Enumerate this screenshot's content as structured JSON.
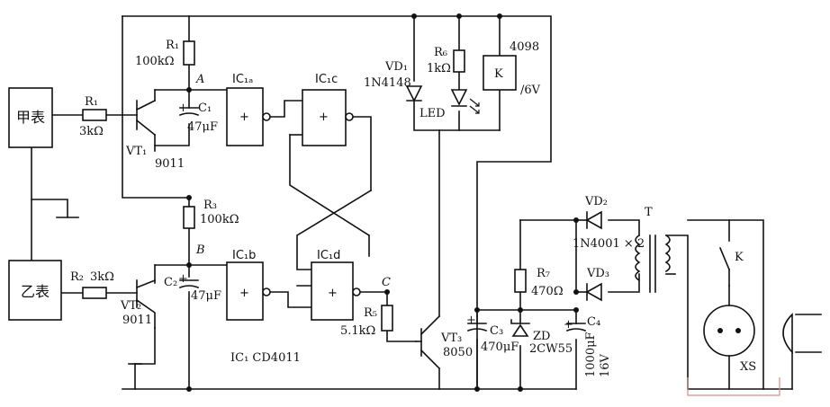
{
  "meters": {
    "jia": "甲表",
    "yi": "乙表"
  },
  "resistors": {
    "R1_top": {
      "name": "R₁",
      "value": "100kΩ"
    },
    "R1_in": {
      "name": "R₁",
      "value": "3kΩ"
    },
    "R2": {
      "name": "R₂",
      "value": "3kΩ"
    },
    "R3": {
      "name": "R₃",
      "value": "100kΩ"
    },
    "R5": {
      "name": "R₅",
      "value": "5.1kΩ"
    },
    "R6": {
      "name": "R₆",
      "value": "1kΩ"
    },
    "R7": {
      "name": "R₇",
      "value": "470Ω"
    }
  },
  "capacitors": {
    "C1": {
      "name": "C₁",
      "value": "47μF"
    },
    "C2": {
      "name": "C₂",
      "value": "47μF"
    },
    "C3": {
      "name": "C₃",
      "value": "470μF"
    },
    "C4": {
      "name": "C₄",
      "value": "1000μF",
      "voltage": "16V"
    }
  },
  "transistors": {
    "VT1": {
      "name": "VT₁",
      "type": "9011"
    },
    "VT2": {
      "name": "VT₂",
      "type": "9011"
    },
    "VT3": {
      "name": "VT₃",
      "type": "8050"
    }
  },
  "diodes": {
    "VD1": {
      "name": "VD₁",
      "type": "1N4148"
    },
    "VD2": {
      "name": "VD₂"
    },
    "VD3": {
      "name": "VD₃"
    },
    "VD_type": "1N4001 × 2",
    "ZD": {
      "name": "ZD",
      "type": "2CW55"
    },
    "LED": "LED"
  },
  "relay": {
    "name": "K",
    "model": "4098",
    "voltage": "/6V",
    "contact": "K"
  },
  "gates": {
    "a": "IC₁ₐ",
    "b": "IC₁b",
    "c": "IC₁c",
    "d": "IC₁d",
    "plus": "+"
  },
  "ic_label": "IC₁  CD4011",
  "nodes": {
    "A": "A",
    "B": "B",
    "C": "C"
  },
  "transformer": "T",
  "socket": "XS"
}
